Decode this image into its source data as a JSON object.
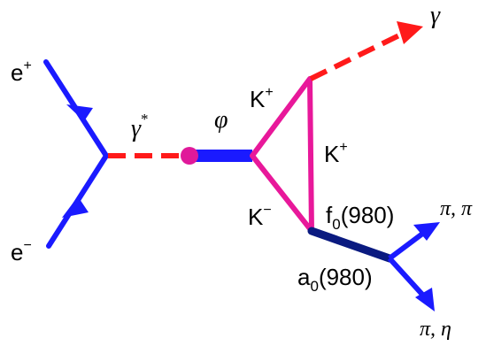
{
  "particles": {
    "e_plus": {
      "base": "e",
      "charge": "+"
    },
    "e_minus": {
      "base": "e",
      "charge": "−"
    },
    "gamma_star": {
      "base": "γ",
      "mark": "*"
    },
    "phi": "φ",
    "gamma": "γ",
    "k_upper": {
      "base": "K",
      "charge": "+"
    },
    "k_right": {
      "base": "K",
      "charge": "+"
    },
    "k_lower": {
      "base": "K",
      "charge": "−"
    },
    "f0": {
      "base": "f",
      "sub": "0",
      "mass": "(980)"
    },
    "a0": {
      "base": "a",
      "sub": "0",
      "mass": "(980)"
    },
    "final_upper": "π, π",
    "final_lower": "π, η"
  },
  "colors": {
    "electron": "#1a1aff",
    "photon": "#ff1a1a",
    "phi_meson": "#1a1aff",
    "vertex_blob": "#e0199a",
    "kaon_loop": "#e8189a",
    "scalar": "#0a1a80",
    "final_state": "#1a1aff"
  }
}
